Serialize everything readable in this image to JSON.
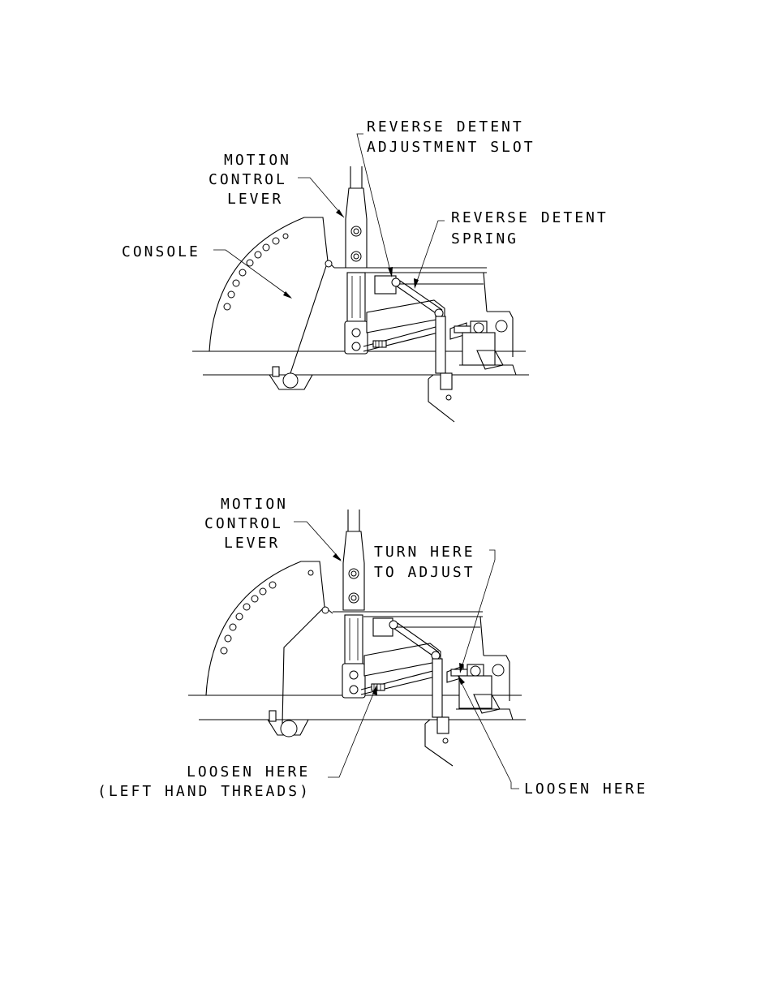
{
  "top_diagram": {
    "labels": {
      "motion_control_lever_1": "MOTION",
      "motion_control_lever_2": "CONTROL",
      "motion_control_lever_3": "LEVER",
      "console": "CONSOLE",
      "reverse_detent_slot_1": "REVERSE DETENT",
      "reverse_detent_slot_2": "ADJUSTMENT SLOT",
      "reverse_detent_spring_1": "REVERSE DETENT",
      "reverse_detent_spring_2": "SPRING"
    }
  },
  "bottom_diagram": {
    "labels": {
      "motion_control_lever_1": "MOTION",
      "motion_control_lever_2": "CONTROL",
      "motion_control_lever_3": "LEVER",
      "turn_here_1": "TURN HERE",
      "turn_here_2": "TO ADJUST",
      "loosen_left_1": "LOOSEN HERE",
      "loosen_left_2": "(LEFT HAND THREADS)",
      "loosen_right": "LOOSEN HERE"
    }
  }
}
